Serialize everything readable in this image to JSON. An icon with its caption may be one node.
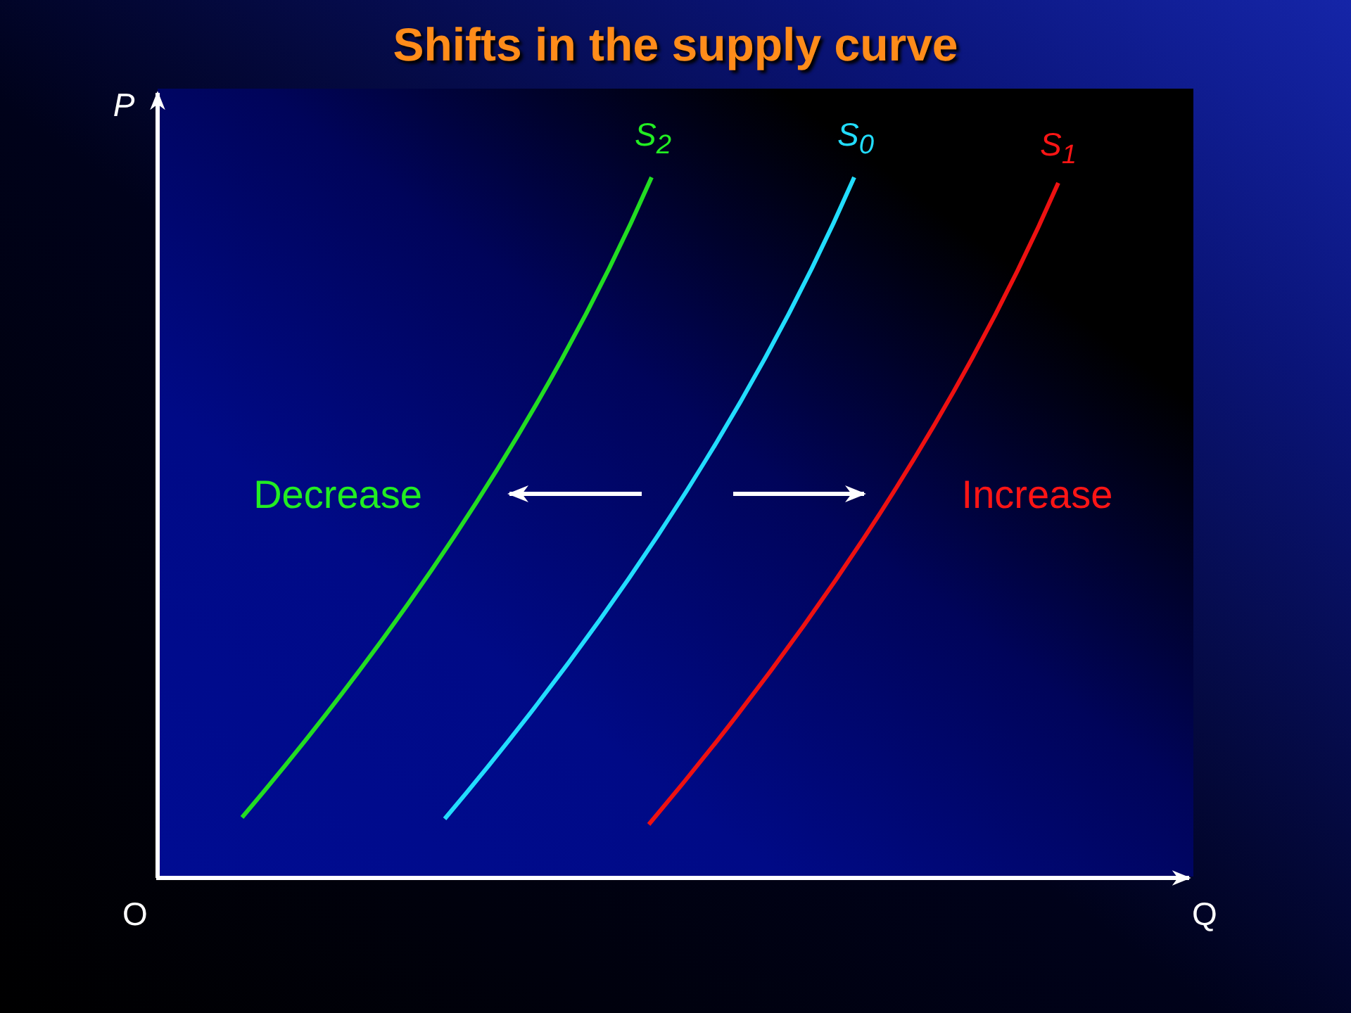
{
  "diagram": {
    "title": "Shifts in the supply curve",
    "labels": [
      "P",
      "S$_{2}$",
      "S$_{0}$",
      "S$_{1}$",
      "Decrease",
      "Increase",
      "O",
      "Q"
    ]
  }
}
